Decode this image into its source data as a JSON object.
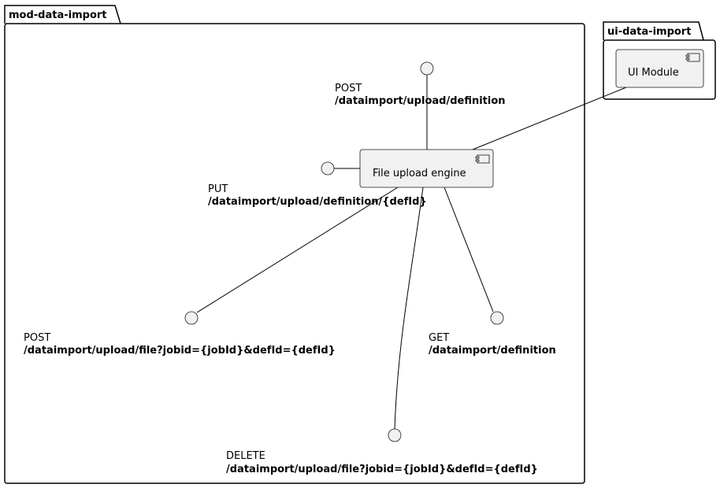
{
  "packages": [
    {
      "id": "mod",
      "label": "mod-data-import"
    },
    {
      "id": "ui",
      "label": "ui-data-import"
    }
  ],
  "components": [
    {
      "id": "engine",
      "label": "File upload engine"
    },
    {
      "id": "ui_module",
      "label": "UI Module"
    }
  ],
  "interfaces": [
    {
      "id": "post_definition",
      "method": "POST",
      "path": "/dataimport/upload/definition"
    },
    {
      "id": "put_definition",
      "method": "PUT",
      "path": "/dataimport/upload/definition/{defId}"
    },
    {
      "id": "post_file",
      "method": "POST",
      "path": "/dataimport/upload/file?jobid={jobId}&defId={defId}"
    },
    {
      "id": "get_definition",
      "method": "GET",
      "path": "/dataimport/definition"
    },
    {
      "id": "delete_file",
      "method": "DELETE",
      "path": "/dataimport/upload/file?jobid={jobId}&defId={defId}"
    }
  ],
  "colors": {
    "stroke": "#000000",
    "component_fill": "#F1F1F1",
    "component_stroke": "#181818",
    "interface_fill": "#F1F1F1",
    "background": "#FFFFFF"
  }
}
